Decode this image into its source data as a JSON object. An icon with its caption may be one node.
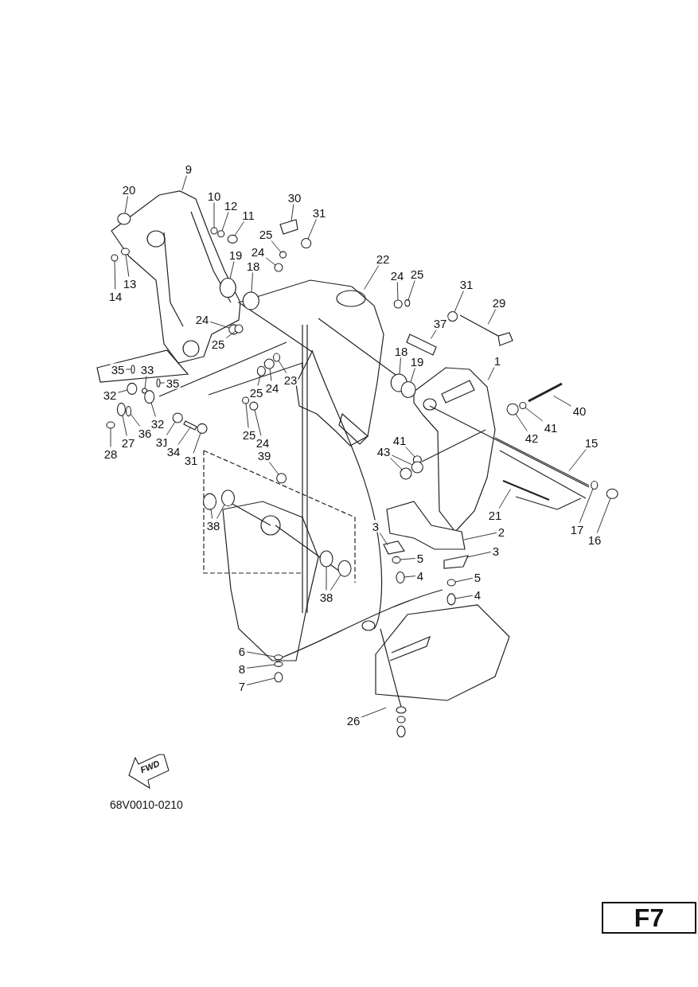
{
  "diagram": {
    "nodes": [
      {
        "text": [
          "9"
        ]
      },
      {
        "text": [
          "20"
        ]
      },
      {
        "text": [
          "10"
        ]
      },
      {
        "text": [
          "12"
        ]
      },
      {
        "text": [
          "11"
        ]
      },
      {
        "text": [
          "30"
        ]
      },
      {
        "text": [
          "31"
        ]
      },
      {
        "text": [
          "25"
        ]
      },
      {
        "text": [
          "24"
        ]
      },
      {
        "text": [
          "19"
        ]
      },
      {
        "text": [
          "18"
        ]
      },
      {
        "text": [
          "13"
        ]
      },
      {
        "text": [
          "14"
        ]
      },
      {
        "text": [
          "22"
        ]
      },
      {
        "text": [
          "24"
        ]
      },
      {
        "text": [
          "25"
        ]
      },
      {
        "text": [
          "31"
        ]
      },
      {
        "text": [
          "29"
        ]
      },
      {
        "text": [
          "37"
        ]
      },
      {
        "text": [
          "24"
        ]
      },
      {
        "text": [
          "25"
        ]
      },
      {
        "text": [
          "18"
        ]
      },
      {
        "text": [
          "19"
        ]
      },
      {
        "text": [
          "1"
        ]
      },
      {
        "text": [
          "35"
        ]
      },
      {
        "text": [
          "33"
        ]
      },
      {
        "text": [
          "35"
        ]
      },
      {
        "text": [
          "23"
        ]
      },
      {
        "text": [
          "25"
        ]
      },
      {
        "text": [
          "24"
        ]
      },
      {
        "text": [
          "32"
        ]
      },
      {
        "text": [
          "40"
        ]
      },
      {
        "text": [
          "36"
        ]
      },
      {
        "text": [
          "27"
        ]
      },
      {
        "text": [
          "32"
        ]
      },
      {
        "text": [
          "28"
        ]
      },
      {
        "text": [
          "31"
        ]
      },
      {
        "text": [
          "34"
        ]
      },
      {
        "text": [
          "31"
        ]
      },
      {
        "text": [
          "25"
        ]
      },
      {
        "text": [
          "24"
        ]
      },
      {
        "text": [
          "41"
        ]
      },
      {
        "text": [
          "42"
        ]
      },
      {
        "text": [
          "41"
        ]
      },
      {
        "text": [
          "43"
        ]
      },
      {
        "text": [
          "15"
        ]
      },
      {
        "text": [
          "39"
        ]
      },
      {
        "text": [
          "21"
        ]
      },
      {
        "text": [
          "17"
        ]
      },
      {
        "text": [
          "16"
        ]
      },
      {
        "text": [
          "3"
        ]
      },
      {
        "text": [
          "2"
        ]
      },
      {
        "text": [
          "38"
        ]
      },
      {
        "text": [
          "5"
        ]
      },
      {
        "text": [
          "3"
        ]
      },
      {
        "text": [
          "4"
        ]
      },
      {
        "text": [
          "5"
        ]
      },
      {
        "text": [
          "38"
        ]
      },
      {
        "text": [
          "4"
        ]
      },
      {
        "text": [
          "6"
        ]
      },
      {
        "text": [
          "8"
        ]
      },
      {
        "text": [
          "7"
        ]
      },
      {
        "text": [
          "26"
        ]
      },
      {
        "text": [],
        "shape": "circle"
      },
      {
        "text": [],
        "shape": "circle"
      },
      {
        "text": [],
        "shape": "circle"
      },
      {
        "text": [],
        "shape": "circle"
      },
      {
        "text": [],
        "shape": "circle"
      },
      {
        "text": [],
        "shape": "circle"
      },
      {
        "text": [],
        "shape": "circle"
      },
      {
        "text": [],
        "shape": "circle"
      },
      {
        "text": [],
        "shape": "circle"
      },
      {
        "text": [],
        "shape": "circle"
      },
      {
        "text": [],
        "shape": "circle"
      },
      {
        "text": [],
        "shape": "circle"
      },
      {
        "text": [],
        "shape": "circle"
      },
      {
        "text": [],
        "shape": "circle"
      },
      {
        "text": [],
        "shape": "circle"
      },
      {
        "text": [],
        "shape": "circle"
      },
      {
        "text": [],
        "shape": "circle"
      },
      {
        "text": [],
        "shape": "circle"
      },
      {
        "text": [],
        "shape": "circle"
      },
      {
        "text": [],
        "shape": "circle"
      },
      {
        "text": [],
        "shape": "circle"
      },
      {
        "text": [],
        "shape": "circle"
      },
      {
        "text": [],
        "shape": "circle"
      },
      {
        "text": [],
        "shape": "circle"
      },
      {
        "text": [],
        "shape": "circle"
      },
      {
        "text": [],
        "shape": "circle"
      },
      {
        "text": [],
        "shape": "circle"
      },
      {
        "text": [],
        "shape": "circle"
      },
      {
        "text": [],
        "shape": "circle"
      },
      {
        "text": [],
        "shape": "circle"
      },
      {
        "text": [],
        "shape": "circle"
      },
      {
        "text": [],
        "shape": "circle"
      },
      {
        "text": [],
        "shape": "circle"
      },
      {
        "text": [],
        "shape": "circle"
      },
      {
        "text": [],
        "shape": "circle"
      },
      {
        "text": [],
        "shape": "circle"
      },
      {
        "text": [],
        "shape": "circle"
      },
      {
        "text": [],
        "shape": "circle"
      },
      {
        "text": [],
        "shape": "circle"
      },
      {
        "text": [],
        "shape": "circle"
      },
      {
        "text": [],
        "shape": "circle"
      },
      {
        "text": [],
        "shape": "circle"
      },
      {
        "text": [],
        "shape": "circle"
      },
      {
        "text": [],
        "shape": "circle"
      },
      {
        "text": [],
        "shape": "circle"
      },
      {
        "text": [],
        "shape": "circle"
      },
      {
        "text": [],
        "shape": "circle"
      },
      {
        "text": [],
        "shape": "circle"
      },
      {
        "text": [],
        "shape": "circle"
      },
      {
        "text": [],
        "shape": "circle"
      },
      {
        "text": [],
        "shape": "circle"
      },
      {
        "text": [],
        "shape": "circle"
      },
      {
        "text": [],
        "shape": "picture"
      },
      {
        "text": [],
        "shape": "picture"
      },
      {
        "text": [],
        "shape": "box"
      },
      {
        "text": [],
        "shape": "picture"
      },
      {
        "text": [],
        "shape": "picture"
      }
    ],
    "edges": [
      {
        "from": 0,
        "to": null,
        "arrow": "none"
      },
      {
        "from": 1,
        "to": 63,
        "arrow": "none"
      },
      {
        "from": 2,
        "to": 64,
        "arrow": "none"
      },
      {
        "from": 3,
        "to": 65,
        "arrow": "none"
      },
      {
        "from": 4,
        "to": 66,
        "arrow": "none"
      },
      {
        "from": 5,
        "to": 116,
        "arrow": "none"
      },
      {
        "from": 6,
        "to": 67,
        "arrow": "none"
      },
      {
        "from": 7,
        "to": 68,
        "arrow": "none"
      },
      {
        "from": 8,
        "to": 69,
        "arrow": "none"
      },
      {
        "from": 9,
        "to": 70,
        "arrow": "none"
      },
      {
        "from": 10,
        "to": 71,
        "arrow": "none"
      },
      {
        "from": 11,
        "to": 72,
        "arrow": "none"
      },
      {
        "from": 12,
        "to": 73,
        "arrow": "none"
      },
      {
        "from": 13,
        "to": null,
        "arrow": "none"
      },
      {
        "from": 14,
        "to": 74,
        "arrow": "none"
      },
      {
        "from": 15,
        "to": 75,
        "arrow": "none"
      },
      {
        "from": 16,
        "to": 76,
        "arrow": "none"
      },
      {
        "from": 17,
        "to": null,
        "arrow": "none"
      },
      {
        "from": 18,
        "to": null,
        "arrow": "none"
      },
      {
        "from": 19,
        "to": 77,
        "arrow": "none"
      },
      {
        "from": 20,
        "to": 78,
        "arrow": "none"
      },
      {
        "from": 21,
        "to": 79,
        "arrow": "none"
      },
      {
        "from": 22,
        "to": 80,
        "arrow": "none"
      },
      {
        "from": 23,
        "to": null,
        "arrow": "none"
      },
      {
        "from": 24,
        "to": 81,
        "arrow": "none"
      },
      {
        "from": 25,
        "to": 82,
        "arrow": "none"
      },
      {
        "from": 26,
        "to": 83,
        "arrow": "none"
      },
      {
        "from": 27,
        "to": 84,
        "arrow": "none"
      },
      {
        "from": 28,
        "to": 85,
        "arrow": "none"
      },
      {
        "from": 29,
        "to": 86,
        "arrow": "none"
      },
      {
        "from": 30,
        "to": 87,
        "arrow": "none"
      },
      {
        "from": 31,
        "to": null,
        "arrow": "none"
      },
      {
        "from": 32,
        "to": 88,
        "arrow": "none"
      },
      {
        "from": 33,
        "to": 89,
        "arrow": "none"
      },
      {
        "from": 34,
        "to": 90,
        "arrow": "none"
      },
      {
        "from": 35,
        "to": 91,
        "arrow": "none"
      },
      {
        "from": 36,
        "to": 92,
        "arrow": "none"
      },
      {
        "from": 37,
        "to": 117,
        "arrow": "none"
      },
      {
        "from": 38,
        "to": 93,
        "arrow": "none"
      },
      {
        "from": 39,
        "to": 94,
        "arrow": "none"
      },
      {
        "from": 40,
        "to": 95,
        "arrow": "none"
      },
      {
        "from": 41,
        "to": 96,
        "arrow": "none"
      },
      {
        "from": 42,
        "to": 97,
        "arrow": "none"
      },
      {
        "from": 43,
        "to": 98,
        "arrow": "none"
      },
      {
        "from": 44,
        "to": 99,
        "arrow": "none"
      },
      {
        "from": 44,
        "to": 100,
        "arrow": "none"
      },
      {
        "from": 45,
        "to": null,
        "arrow": "none"
      },
      {
        "from": 46,
        "to": 101,
        "arrow": "none"
      },
      {
        "from": 47,
        "to": null,
        "arrow": "none"
      },
      {
        "from": 48,
        "to": 102,
        "arrow": "none"
      },
      {
        "from": 49,
        "to": 103,
        "arrow": "none"
      },
      {
        "from": 50,
        "to": 118,
        "arrow": "none"
      },
      {
        "from": 51,
        "to": 115,
        "arrow": "none"
      },
      {
        "from": 52,
        "to": 104,
        "arrow": "none"
      },
      {
        "from": 52,
        "to": 105,
        "arrow": "none"
      },
      {
        "from": 53,
        "to": 106,
        "arrow": "none"
      },
      {
        "from": 54,
        "to": 119,
        "arrow": "none"
      },
      {
        "from": 55,
        "to": 107,
        "arrow": "none"
      },
      {
        "from": 56,
        "to": 108,
        "arrow": "none"
      },
      {
        "from": 57,
        "to": 109,
        "arrow": "none"
      },
      {
        "from": 57,
        "to": 110,
        "arrow": "none"
      },
      {
        "from": 58,
        "to": 111,
        "arrow": "none"
      },
      {
        "from": 59,
        "to": 112,
        "arrow": "none"
      },
      {
        "from": 60,
        "to": 113,
        "arrow": "none"
      },
      {
        "from": 61,
        "to": 114,
        "arrow": "none"
      },
      {
        "from": 62,
        "to": null,
        "arrow": "none"
      }
    ],
    "labels": [
      "FWD",
      "68V0010-0210",
      "F7"
    ]
  }
}
